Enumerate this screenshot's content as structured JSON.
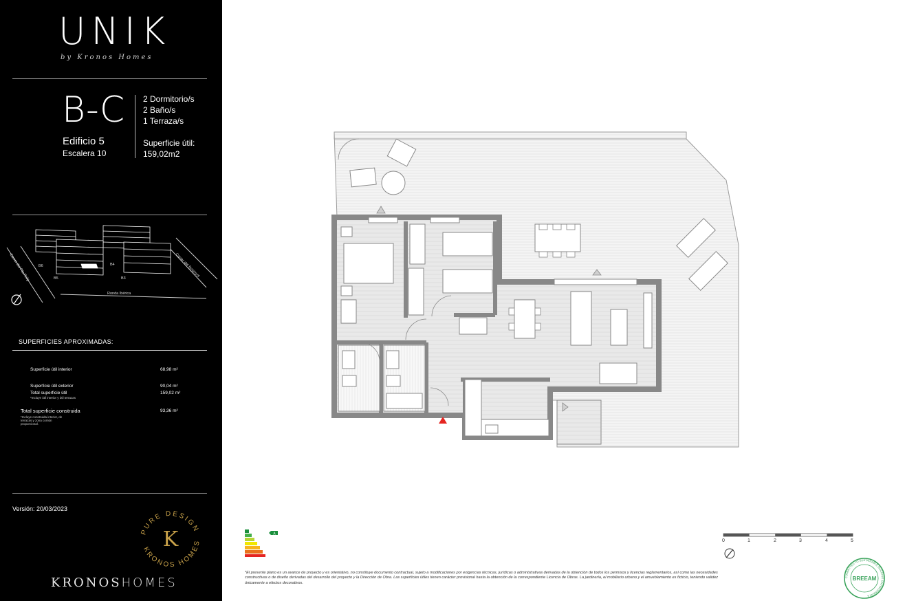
{
  "brand": {
    "name": "UNIK",
    "sub": "by Kronos Homes"
  },
  "unit": {
    "code": "B-C",
    "features": [
      "2 Dormitorio/s",
      "2 Baño/s",
      "1 Terraza/s"
    ],
    "surface_label": "Superficie útil:",
    "surface_value": "159,02m2",
    "building": "Edificio 5",
    "stair": "Escalera  10"
  },
  "site_map": {
    "blocks": [
      "B6",
      "B5",
      "B4",
      "B3"
    ],
    "streets": [
      "Carrer del Pla Roig",
      "Carrer del Rosinyol",
      "Ronda Ibérica"
    ]
  },
  "areas": {
    "title": "SUPERFICIES APROXIMADAS:",
    "rows": [
      {
        "label": "Superficie útil interior",
        "value": "68,98  m²"
      },
      {
        "label": "Superficie útil exterior",
        "value": "90,04  m²"
      },
      {
        "label": "Total superficie útil",
        "value": "159,02  m²"
      },
      {
        "label": "Total superficie construida",
        "value": "93,36  m²"
      }
    ],
    "note_util": "*Incluye útil interior y útil terrazas",
    "note_built": "*Incluye construida interior, de terrazas y zona común proporcional."
  },
  "version": "Versión: 20/03/2023",
  "seal": {
    "top": "PURE DESIGN",
    "bottom": "KRONOS HOMES",
    "letter": "K"
  },
  "footer_brand": {
    "bold": "KRONOS",
    "light": "HOMES"
  },
  "energy": {
    "rating": "A"
  },
  "scale": {
    "ticks": [
      "0",
      "1",
      "2",
      "3",
      "4",
      "5"
    ]
  },
  "disclaimer": "*El presente plano es un avance de proyecto y es orientativo, no constituye documento contractual, sujeto a modificaciones por exigencias técnicas, jurídicas o administrativas derivadas de la obtención de todos los permisos y licencias reglamentarios, así como las necesidades constructivas o de diseño derivadas del desarrollo del proyecto y la Dirección de Obra. Las superficies útiles tienen carácter provisional hasta la obtención de la correspondiente Licencia de Obras. La jardinería, el mobiliario urbano y el amueblamiento es ficticio, teniendo validez únicamente a efectos decorativos.",
  "breeam": {
    "label": "BREEAM",
    "ring": "COMMITTED TO SUSTAINABLE BUILDING ENVIRONMENTS"
  },
  "colors": {
    "sidebar": "#000000",
    "gold": "#c9a24a",
    "breeam_green": "#3aa35b",
    "entry_marker": "#e52521"
  }
}
